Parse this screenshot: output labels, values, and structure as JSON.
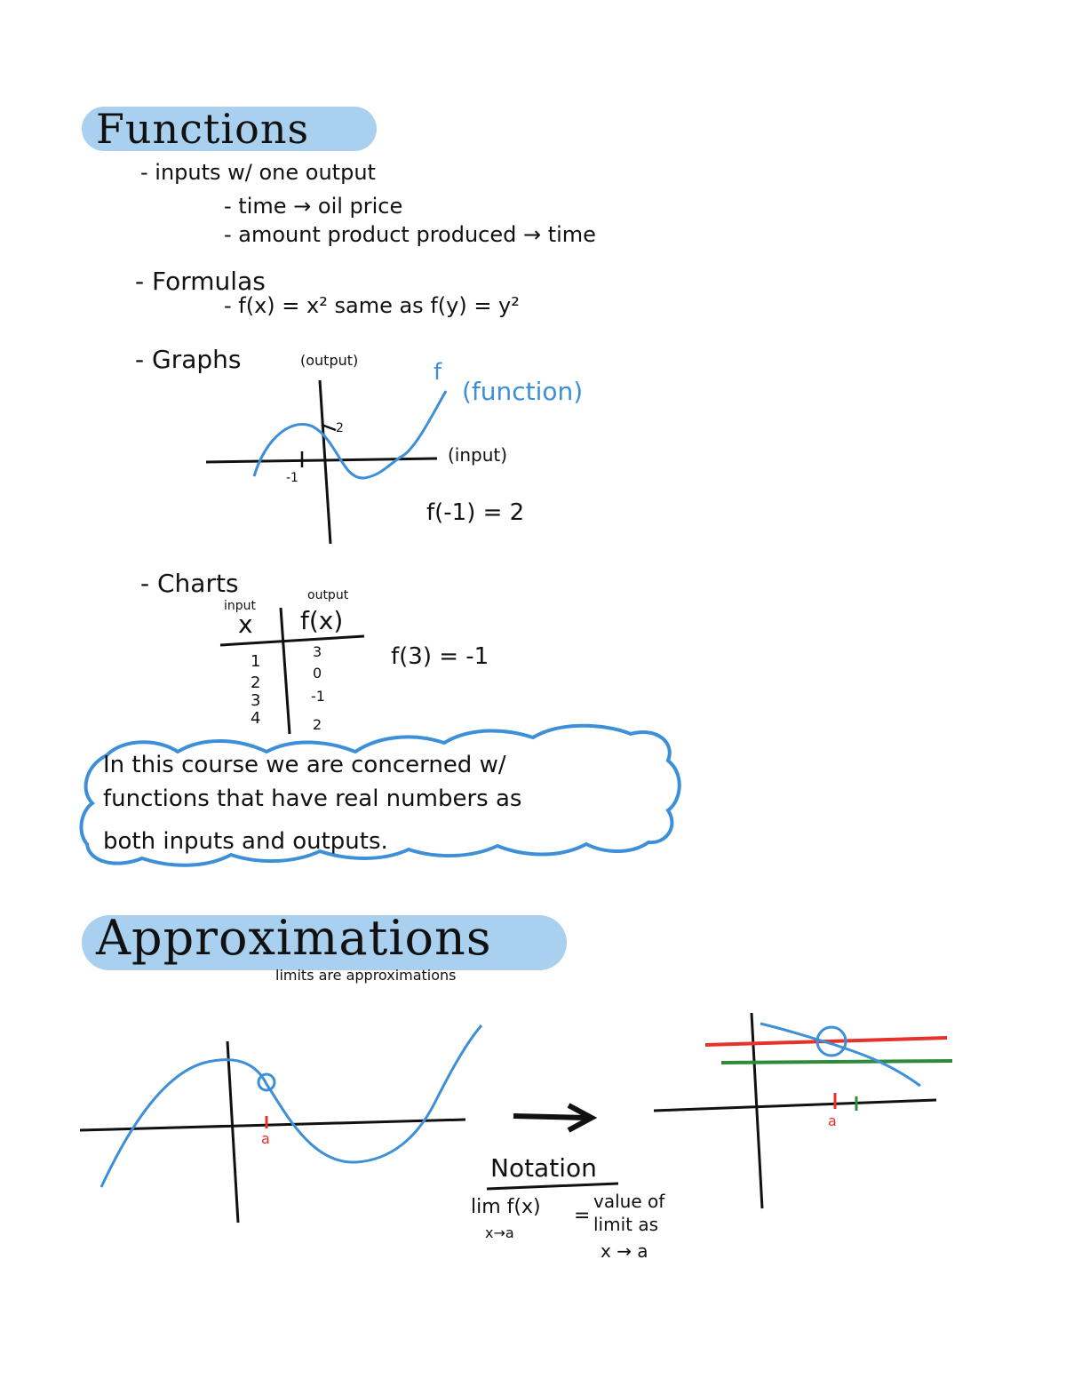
{
  "functions": {
    "title": "Functions",
    "b1": "- inputs w/ one output",
    "b1a": "- time → oil price",
    "b1b": "- amount product produced → time",
    "b2": "- Formulas",
    "b2a": "- f(x) = x²  same as  f(y) = y²",
    "b3": "- Graphs",
    "b3_output": "(output)",
    "graph_f": "f",
    "graph_function": "(function)",
    "graph_input": "(input)",
    "graph_tick_y": "2",
    "graph_tick_x": "-1",
    "graph_eq": "f(-1) = 2",
    "b4": "- Charts",
    "chart_input_label": "input",
    "chart_output_label": "output",
    "chart_col_x": "x",
    "chart_col_fx": "f(x)",
    "chart_rows": [
      {
        "x": "1",
        "fx": "3"
      },
      {
        "x": "2",
        "fx": "0"
      },
      {
        "x": "3",
        "fx": "-1"
      },
      {
        "x": "4",
        "fx": "2"
      }
    ],
    "chart_eq": "f(3) = -1",
    "cloud_l1": "In this course we are concerned w/",
    "cloud_l2": "functions that have real numbers as",
    "cloud_l3": "both inputs and outputs."
  },
  "approximations": {
    "title": "Approximations",
    "subtitle": "limits are approximations",
    "left_a": "a",
    "right_a": "a",
    "notation_title": "Notation",
    "lim": "lim f(x)",
    "lim_sub": "x→a",
    "eq": "=",
    "value_l1": "value of",
    "value_l2": "limit as",
    "value_l3": "x → a"
  },
  "colors": {
    "highlight": "#a9d0ee",
    "blue_ink": "#3d8fd8",
    "red_ink": "#e5322b",
    "green_ink": "#2e8b3a"
  }
}
